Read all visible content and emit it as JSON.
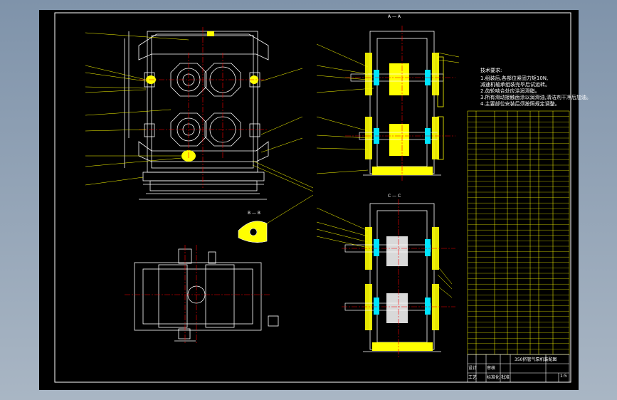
{
  "section_labels": {
    "aa": "A — A",
    "bb": "B — B",
    "cc": "C — C"
  },
  "tech_notes": {
    "title": "技术要求:",
    "lines": [
      "1.组装后,各部位紧固力矩10N,",
      "  减速机轴承组装完毕后试运转。",
      "2.齿轮啮合处应涂润滑脂。",
      "3.所有滑动接触面涂以润滑油,清洁剂干净后加油。",
      "4.主要部位安装后须按照规定调整。"
    ]
  },
  "title_block": {
    "drawing_name": "350挤管气泵机装配图",
    "row_labels": [
      "设计",
      "审核",
      "工艺",
      "标准化",
      "批准"
    ],
    "scale": "1:5"
  },
  "colors": {
    "line": "#ffffff",
    "accent": "#ffff00",
    "center": "#ff0000",
    "cyan": "#00e5ff",
    "hatch": "#ffff00"
  }
}
